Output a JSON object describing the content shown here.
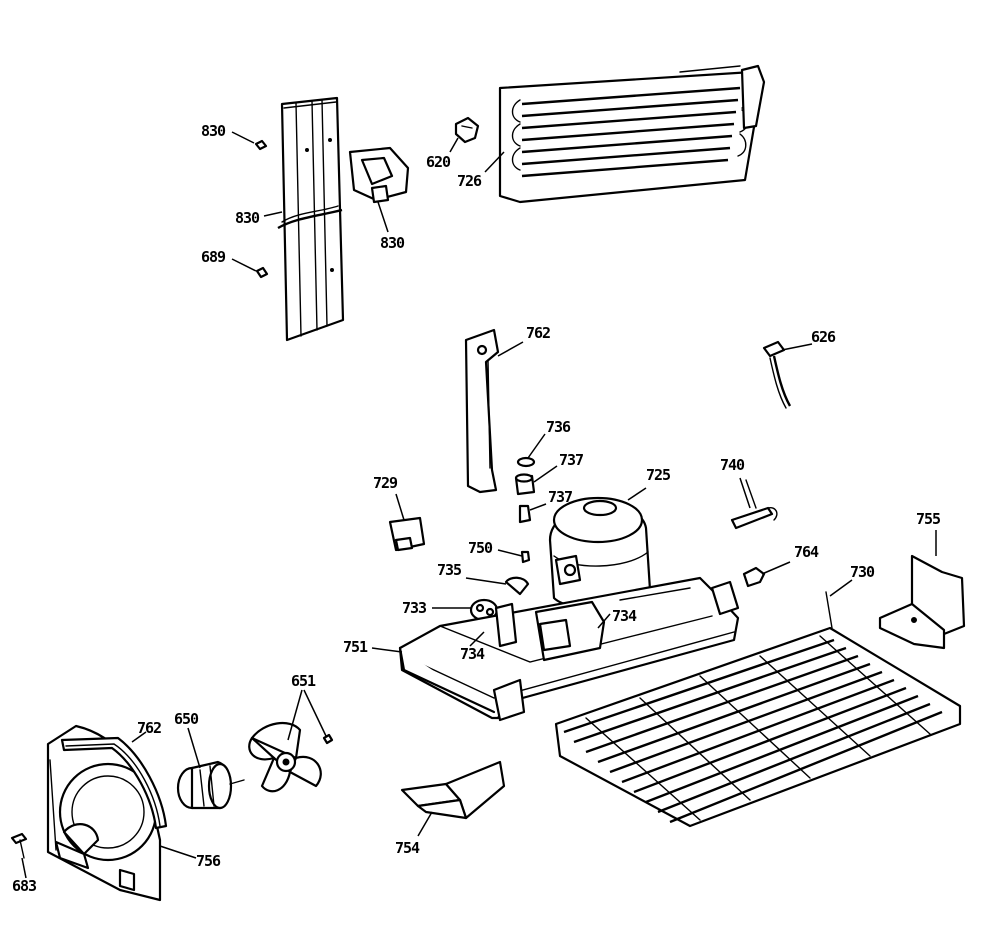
{
  "labels": {
    "l830a": "830",
    "l830b": "830",
    "l830c": "830",
    "l689": "689",
    "l620": "620",
    "l726": "726",
    "l762a": "762",
    "l626": "626",
    "l736": "736",
    "l737a": "737",
    "l737b": "737",
    "l725": "725",
    "l729": "729",
    "l740": "740",
    "l755": "755",
    "l750": "750",
    "l764": "764",
    "l730": "730",
    "l735": "735",
    "l733": "733",
    "l734a": "734",
    "l734b": "734",
    "l751": "751",
    "l651": "651",
    "l650": "650",
    "l762b": "762",
    "l754": "754",
    "l756": "756",
    "l683": "683"
  }
}
